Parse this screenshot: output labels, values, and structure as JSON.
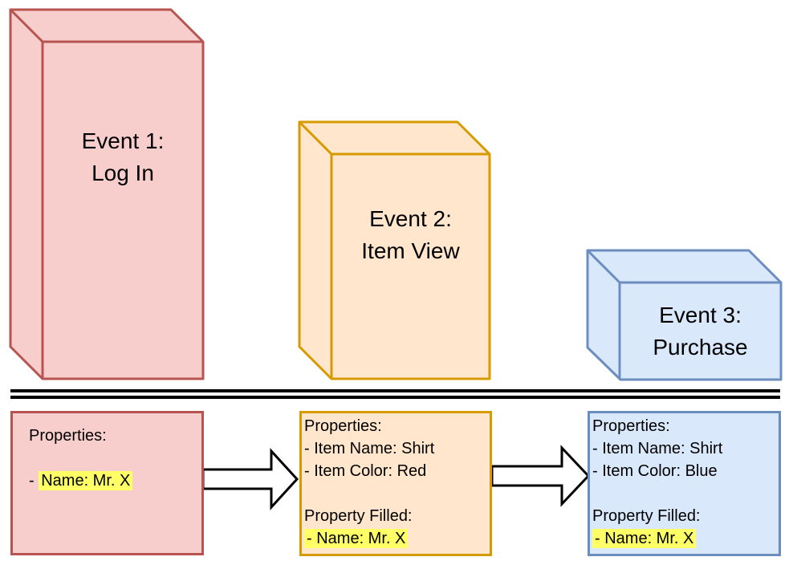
{
  "diagram": {
    "cubes": [
      {
        "name": "event-1",
        "line1": "Event 1:",
        "line2": "Log In",
        "fill": "#F8CECC",
        "stroke": "#B85450"
      },
      {
        "name": "event-2",
        "line1": "Event 2:",
        "line2": "Item View",
        "fill": "#FFE6CC",
        "stroke": "#D79B00"
      },
      {
        "name": "event-3",
        "line1": "Event 3:",
        "line2": "Purchase",
        "fill": "#DAE8FC",
        "stroke": "#6C8EBF"
      }
    ],
    "property_boxes": [
      {
        "header": "Properties:",
        "filled_prefix": "- ",
        "filled_value": "Name: Mr. X",
        "fill": "#F8CECC",
        "stroke": "#B85450"
      },
      {
        "header": "Properties:",
        "items": [
          "- Item Name: Shirt",
          "- Item Color: Red"
        ],
        "filled_label": "Property Filled:",
        "filled_value": "- Name: Mr. X",
        "fill": "#FFE6CC",
        "stroke": "#D79B00"
      },
      {
        "header": "Properties:",
        "items": [
          "- Item Name: Shirt",
          "- Item Color: Blue"
        ],
        "filled_label": "Property Filled:",
        "filled_value": "- Name: Mr. X",
        "fill": "#DAE8FC",
        "stroke": "#6C8EBF"
      }
    ],
    "highlight_color": "#FFFF66",
    "baseline_color": "#000000",
    "arrow": {
      "fill": "#FFFFFF",
      "stroke": "#000000"
    },
    "text_color": "#000000"
  }
}
